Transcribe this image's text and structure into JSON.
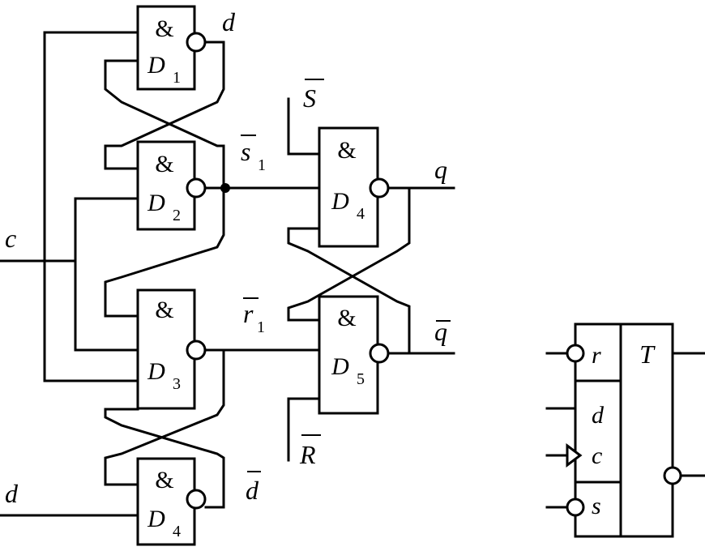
{
  "gates": {
    "d1": {
      "symbol": "&",
      "label": "D",
      "sub": "1"
    },
    "d2": {
      "symbol": "&",
      "label": "D",
      "sub": "2"
    },
    "d3": {
      "symbol": "&",
      "label": "D",
      "sub": "3"
    },
    "d4_lower": {
      "symbol": "&",
      "label": "D",
      "sub": "4"
    },
    "d4": {
      "symbol": "&",
      "label": "D",
      "sub": "4"
    },
    "d5": {
      "symbol": "&",
      "label": "D",
      "sub": "5"
    }
  },
  "signals": {
    "c": "c",
    "d_top": "d",
    "d_in": "d",
    "d_bar": "d",
    "s1_bar": "s",
    "s1_sub": "1",
    "r1_bar": "r",
    "r1_sub": "1",
    "S_bar": "S",
    "R_bar": "R",
    "q": "q",
    "q_bar": "q"
  },
  "symbol": {
    "title": "T",
    "pins": [
      "r",
      "d",
      "c",
      "s"
    ]
  }
}
